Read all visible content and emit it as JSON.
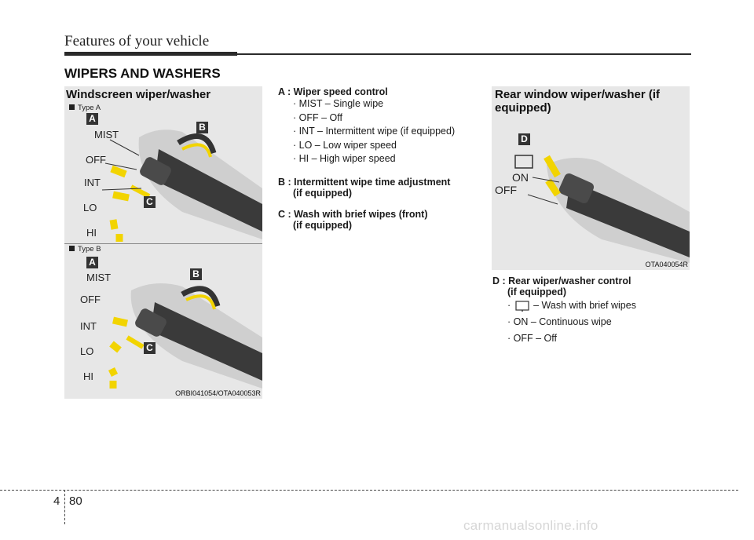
{
  "header": {
    "title": "Features of your vehicle"
  },
  "section_title": "WIPERS AND WASHERS",
  "left_panel": {
    "title": "Windscreen wiper/washer",
    "type_a": "Type A",
    "type_b": "Type B",
    "badges": {
      "a": "A",
      "b": "B",
      "c": "C"
    },
    "labels": [
      "MIST",
      "OFF",
      "INT",
      "LO",
      "HI"
    ],
    "code": "ORBI041054/OTA040053R"
  },
  "middle": {
    "a_head": "A : Wiper speed control",
    "a_items": [
      "· MIST – Single wipe",
      "· OFF – Off",
      "· INT – Intermittent wipe (if equipped)",
      "· LO – Low wiper speed",
      "· HI – High wiper speed"
    ],
    "b_head": "B : Intermittent wipe time adjustment",
    "b_sub": "(if equipped)",
    "c_head": "C : Wash with brief wipes (front)",
    "c_sub": "(if equipped)"
  },
  "right_panel": {
    "title": "Rear window wiper/washer (if equipped)",
    "badge": "D",
    "labels": [
      "ON",
      "OFF"
    ],
    "code": "OTA040054R"
  },
  "right_text": {
    "d_head": "D : Rear wiper/washer control",
    "d_sub": "(if equipped)",
    "d_items": [
      "– Wash with brief wipes",
      "· ON – Continuous wipe",
      "· OFF – Off"
    ]
  },
  "footer": {
    "chapter": "4",
    "page": "80"
  },
  "watermark": "carmanualsonline.info"
}
